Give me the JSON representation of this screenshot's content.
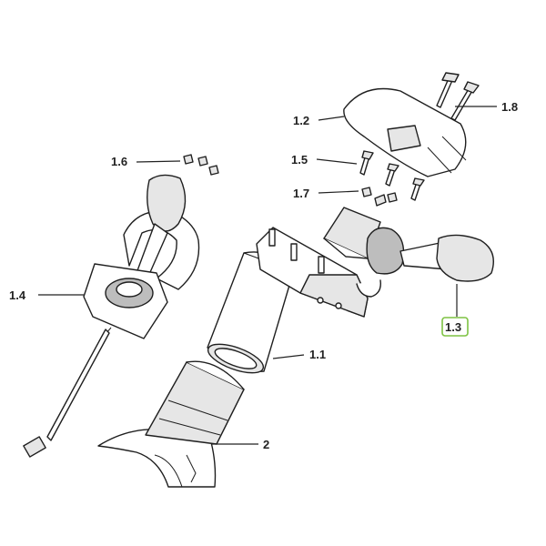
{
  "callouts": {
    "c_1_8": "1.8",
    "c_1_2": "1.2",
    "c_1_6": "1.6",
    "c_1_5": "1.5",
    "c_1_7": "1.7",
    "c_1_4": "1.4",
    "c_1_3": "1.3",
    "c_1_1": "1.1",
    "c_2": "2"
  },
  "highlight": {
    "label": "1.3",
    "color": "#7dc242"
  }
}
